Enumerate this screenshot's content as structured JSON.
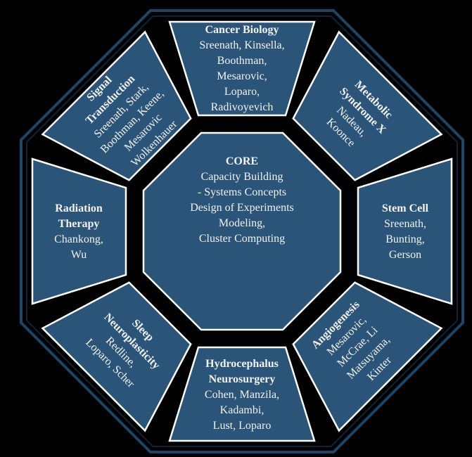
{
  "core": {
    "title": "CORE",
    "lines": [
      "Capacity Building",
      "- Systems Concepts",
      "Design of Experiments",
      "Modeling,",
      "Cluster Computing"
    ]
  },
  "panels": [
    {
      "id": "cancer-biology",
      "title": [
        "Cancer Biology"
      ],
      "names": [
        "Sreenath, Kinsella,",
        "Boothman,",
        "Mesarovic,",
        "Loparo,",
        "Radivoyevich"
      ]
    },
    {
      "id": "metabolic-syndrome-x",
      "title": [
        "Metabolic",
        "Syndrome X"
      ],
      "names": [
        "Nadeau,",
        "Koonce"
      ]
    },
    {
      "id": "stem-cell",
      "title": [
        "Stem Cell"
      ],
      "names": [
        "Sreenath,",
        "Bunting,",
        "Gerson"
      ]
    },
    {
      "id": "angiogenesis",
      "title": [
        "Angiogenesis"
      ],
      "names": [
        "Mesarovic,",
        "McCrae, Li",
        "Matsuyama,",
        "Kinter"
      ]
    },
    {
      "id": "hydrocephalus-neurosurgery",
      "title": [
        "Hydrocephalus",
        "Neurosurgery"
      ],
      "names": [
        "Cohen, Manzila,",
        "Kadambi,",
        "Lust, Loparo"
      ]
    },
    {
      "id": "sleep-neuroplasticity",
      "title": [
        "Sleep",
        "Neuroplasticity"
      ],
      "names": [
        "Redline,",
        "Loparo, Scher"
      ]
    },
    {
      "id": "radiation-therapy",
      "title": [
        "Radiation",
        "Therapy"
      ],
      "names": [
        "Chankong,",
        "Wu"
      ]
    },
    {
      "id": "signal-transduction",
      "title": [
        "Signal",
        "Transduction"
      ],
      "names": [
        "Sreenath, Stark,",
        "Boothman, Keene,",
        "Mesarovic",
        "Wolkenhauer"
      ]
    }
  ],
  "colors": {
    "panel": "#2a5478",
    "outline": "#ffffff",
    "frame": "#1d4566",
    "background": "#000000"
  }
}
